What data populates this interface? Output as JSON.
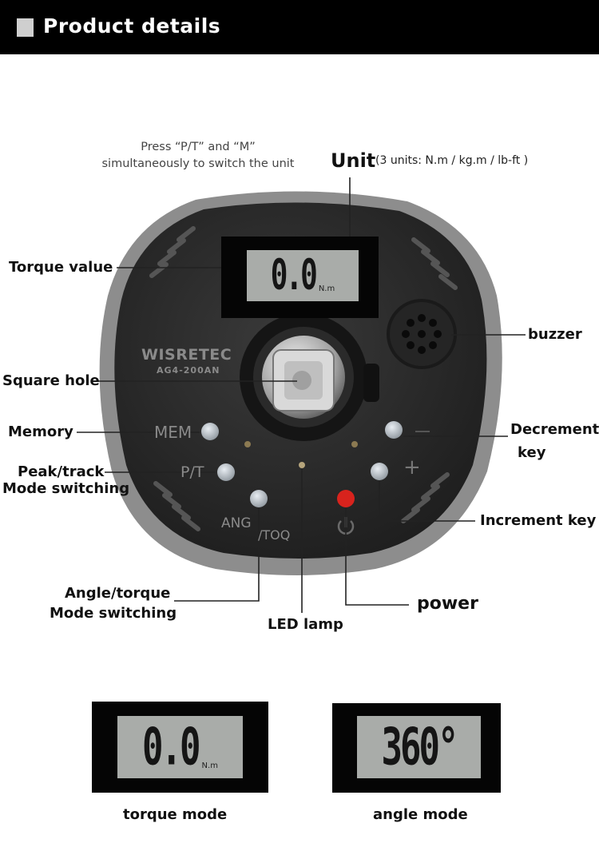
{
  "header": {
    "title": "Product details"
  },
  "note": {
    "line1": "Press  “P/T”  and  “M”",
    "line2": "simultaneously to switch the unit"
  },
  "unit": {
    "title": "Unit",
    "desc": "(3 units: N.m / kg.m / lb-ft )"
  },
  "callouts": {
    "torque_value": "Torque value",
    "square_hole": "Square hole",
    "memory": "Memory",
    "peak_track_1": "Peak/track",
    "peak_track_2": "Mode switching",
    "buzzer": "buzzer",
    "decrement_1": "Decrement",
    "decrement_2": "key",
    "increment": "Increment key",
    "angle_torque_1": "Angle/torque",
    "angle_torque_2": "Mode switching",
    "led_lamp": "LED lamp",
    "power": "power"
  },
  "device": {
    "brand": "WISRETEC",
    "model": "AG4-200AN",
    "display_value": "0.0",
    "display_unit": "N.m",
    "btn_mem": "MEM",
    "btn_pt": "P/T",
    "btn_ang": "ANG",
    "btn_toq": "/TOQ",
    "plus": "+"
  },
  "modes": [
    {
      "value": "0.0",
      "unit": "N.m",
      "caption": "torque mode"
    },
    {
      "value": "360°",
      "unit": "",
      "caption": "angle mode"
    }
  ],
  "colors": {
    "body": "#2a2a2a",
    "rim": "#8d8d8d",
    "lcd": "#a9aca9",
    "power_button": "#d8231d",
    "header": "#000000"
  }
}
